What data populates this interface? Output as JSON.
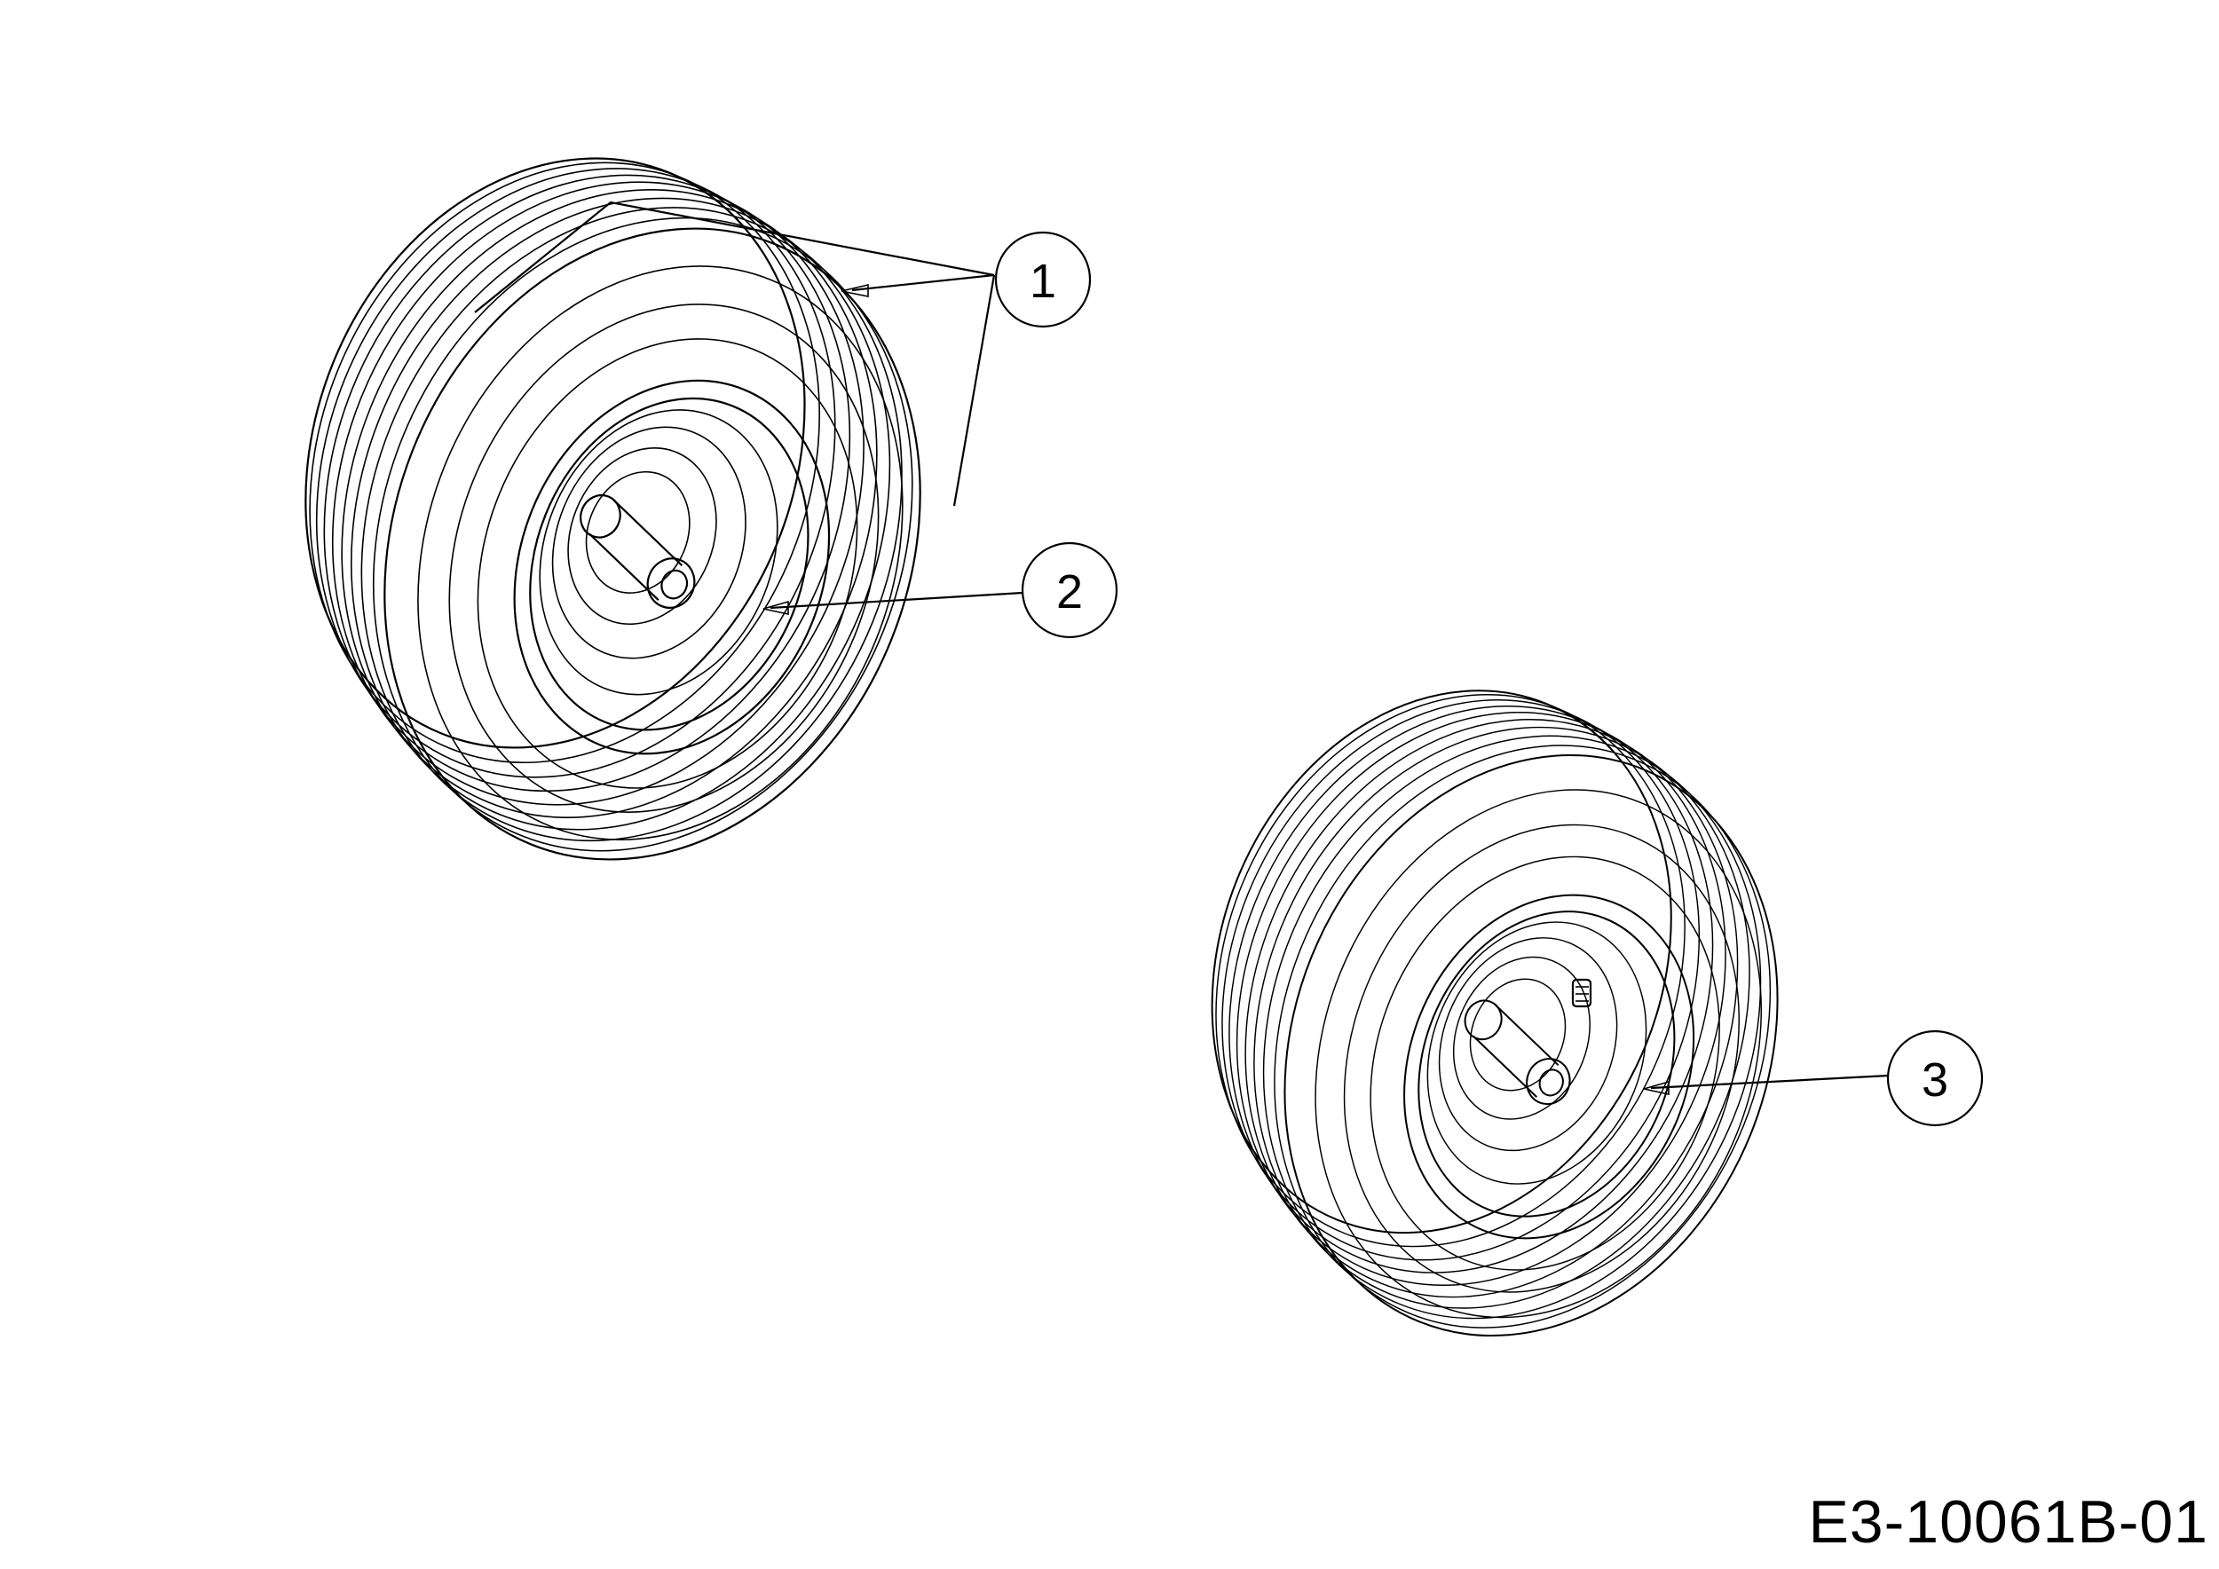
{
  "diagram": {
    "callouts": [
      {
        "id": "1",
        "label": "1"
      },
      {
        "id": "2",
        "label": "2"
      },
      {
        "id": "3",
        "label": "3"
      }
    ],
    "drawing_code": "E3-10061B-01"
  }
}
